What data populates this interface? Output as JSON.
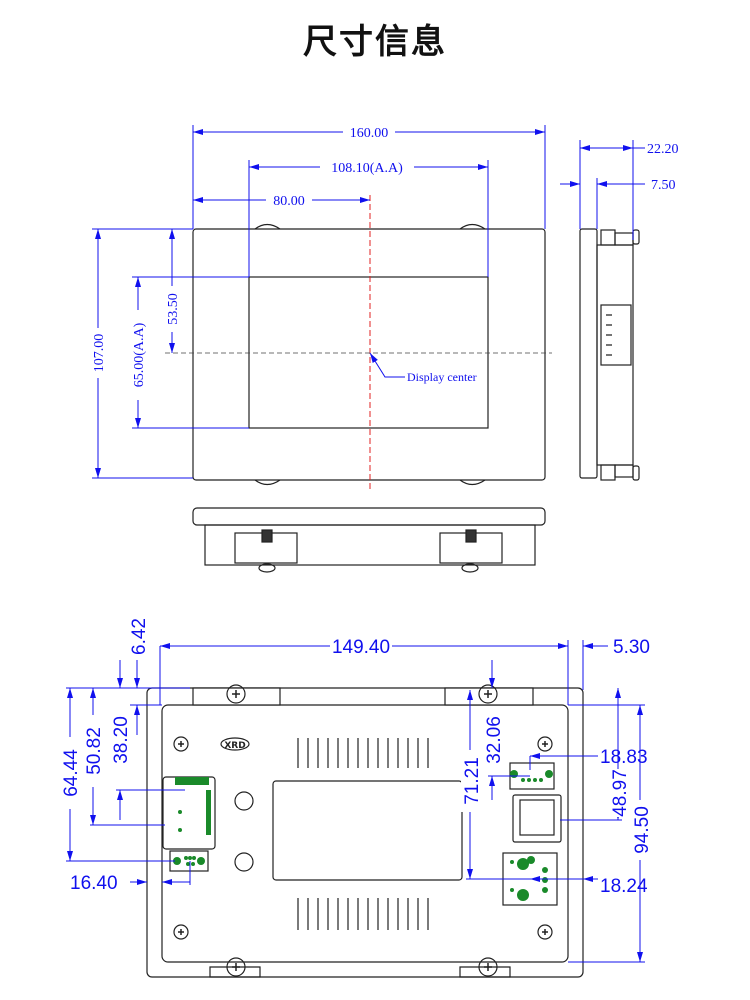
{
  "title": "尺寸信息",
  "front_view": {
    "width": "160.00",
    "active_width": "108.10(A.A)",
    "center_x": "80.00",
    "height": "107.00",
    "active_height": "65.00(A.A)",
    "center_y": "53.50",
    "display_center": "Display center"
  },
  "side_view": {
    "depth": "22.20",
    "bezel": "7.50"
  },
  "back_view": {
    "width": "149.40",
    "right_offset": "5.30",
    "top_offset": "6.42",
    "d_38_20": "38.20",
    "d_50_82": "50.82",
    "d_64_44": "64.44",
    "d_16_40": "16.40",
    "d_32_06": "32.06",
    "d_71_21": "71.21",
    "d_18_83": "18.83",
    "d_48_97": "48.97",
    "d_94_50": "94.50",
    "d_18_24": "18.24",
    "logo": "XRD"
  },
  "colors": {
    "dimension": "#1010ee",
    "center_line": "#e02020",
    "pcb": "#1a8a2a"
  }
}
